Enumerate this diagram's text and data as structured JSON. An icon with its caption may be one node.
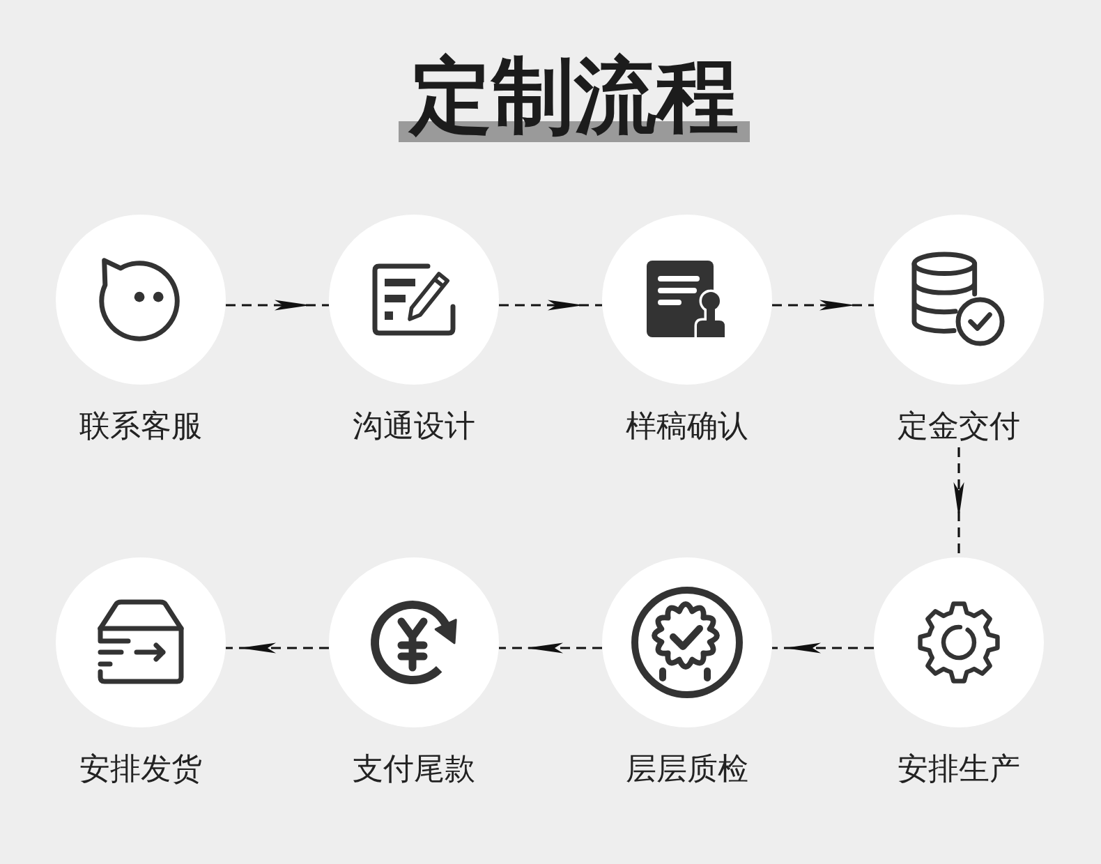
{
  "diagram": {
    "title": "定制流程",
    "nodes": [
      {
        "text": [
          "联系客服"
        ]
      },
      {
        "text": [
          "沟通设计"
        ]
      },
      {
        "text": [
          "样稿确认"
        ]
      },
      {
        "text": [
          "定金交付"
        ]
      },
      {
        "text": [
          "安排发货"
        ]
      },
      {
        "text": [
          "支付尾款"
        ]
      },
      {
        "text": [
          "层层质检"
        ]
      },
      {
        "text": [
          "安排生产"
        ]
      }
    ],
    "edges": [
      {
        "from": 0,
        "to": 1,
        "arrow": "to"
      },
      {
        "from": 1,
        "to": 2,
        "arrow": "to"
      },
      {
        "from": 2,
        "to": 3,
        "arrow": "to"
      },
      {
        "from": 3,
        "to": 7,
        "arrow": "to"
      },
      {
        "from": 7,
        "to": 6,
        "arrow": "to"
      },
      {
        "from": 6,
        "to": 5,
        "arrow": "to"
      },
      {
        "from": 5,
        "to": 4,
        "arrow": "to"
      }
    ]
  }
}
